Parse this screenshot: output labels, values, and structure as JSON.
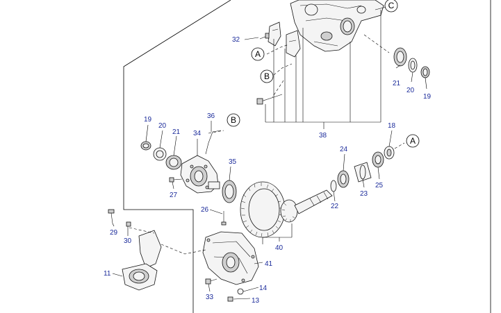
{
  "diagram": {
    "callouts": {
      "A": "A",
      "B": "B",
      "C": "C"
    },
    "part_numbers": {
      "p11": "11",
      "p13": "13",
      "p14": "14",
      "p18": "18",
      "p19a": "19",
      "p19b": "19",
      "p20a": "20",
      "p20b": "20",
      "p21a": "21",
      "p21b": "21",
      "p22": "22",
      "p23": "23",
      "p24": "24",
      "p25": "25",
      "p26": "26",
      "p27": "27",
      "p29": "29",
      "p30": "30",
      "p32": "32",
      "p33": "33",
      "p34": "34",
      "p35": "35",
      "p36": "36",
      "p38": "38",
      "p40": "40",
      "p41": "41"
    }
  }
}
